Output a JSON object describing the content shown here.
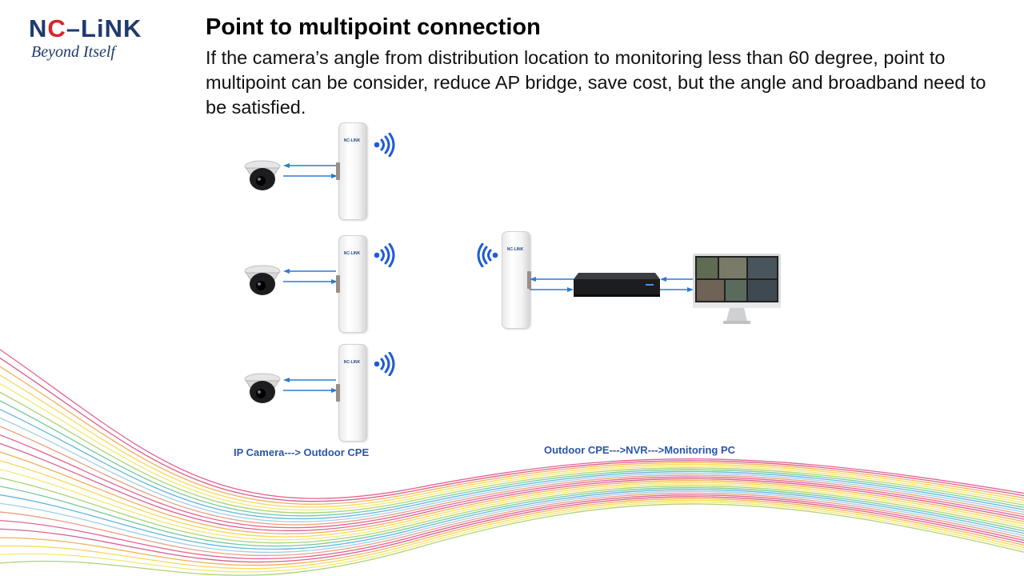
{
  "logo": {
    "brand": "NC-LINK",
    "tagline": "Beyond Itself"
  },
  "slide": {
    "title": "Point to multipoint connection",
    "description": "If the camera’s angle from distribution location to monitoring less than 60 degree, point to multipoint can be consider, reduce AP bridge, save cost, but the angle and broadband need to be satisfied."
  },
  "diagram": {
    "cpe_brand": "NC-LINK",
    "caption_left": "IP Camera---> Outdoor CPE",
    "caption_right": "Outdoor CPE--->NVR--->Monitoring PC"
  },
  "colors": {
    "brand_navy": "#1f3b6d",
    "brand_red": "#d9252b",
    "caption_blue": "#2a56a8",
    "signal_blue": "#1e5bd6",
    "arrow_blue": "#2b7bd0"
  }
}
